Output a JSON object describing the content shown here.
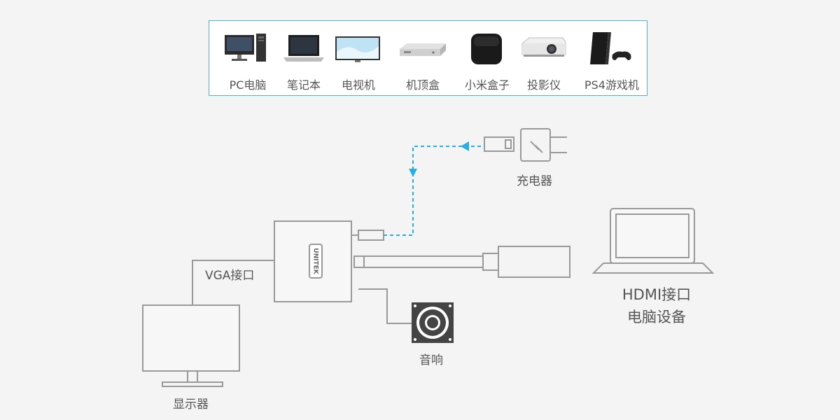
{
  "devices": [
    {
      "label": "PC电脑",
      "icon": "pc-icon"
    },
    {
      "label": "笔记本",
      "icon": "laptop-icon"
    },
    {
      "label": "电视机",
      "icon": "tv-icon"
    },
    {
      "label": "机顶盒",
      "icon": "set-top-box-icon"
    },
    {
      "label": "小米盒子",
      "icon": "xiaomi-box-icon"
    },
    {
      "label": "投影仪",
      "icon": "projector-icon"
    },
    {
      "label": "PS4游戏机",
      "icon": "ps4-icon"
    }
  ],
  "adapter": {
    "brand": "UNITEK"
  },
  "labels": {
    "charger": "充电器",
    "vga": "VGA接口",
    "speaker": "音响",
    "monitor": "显示器",
    "hdmi_line1": "HDMI接口",
    "hdmi_line2": "电脑设备"
  },
  "colors": {
    "panel_border": "#4fb3c9",
    "power_line": "#28aee0",
    "line": "#999999",
    "speaker_fill": "#444444"
  }
}
